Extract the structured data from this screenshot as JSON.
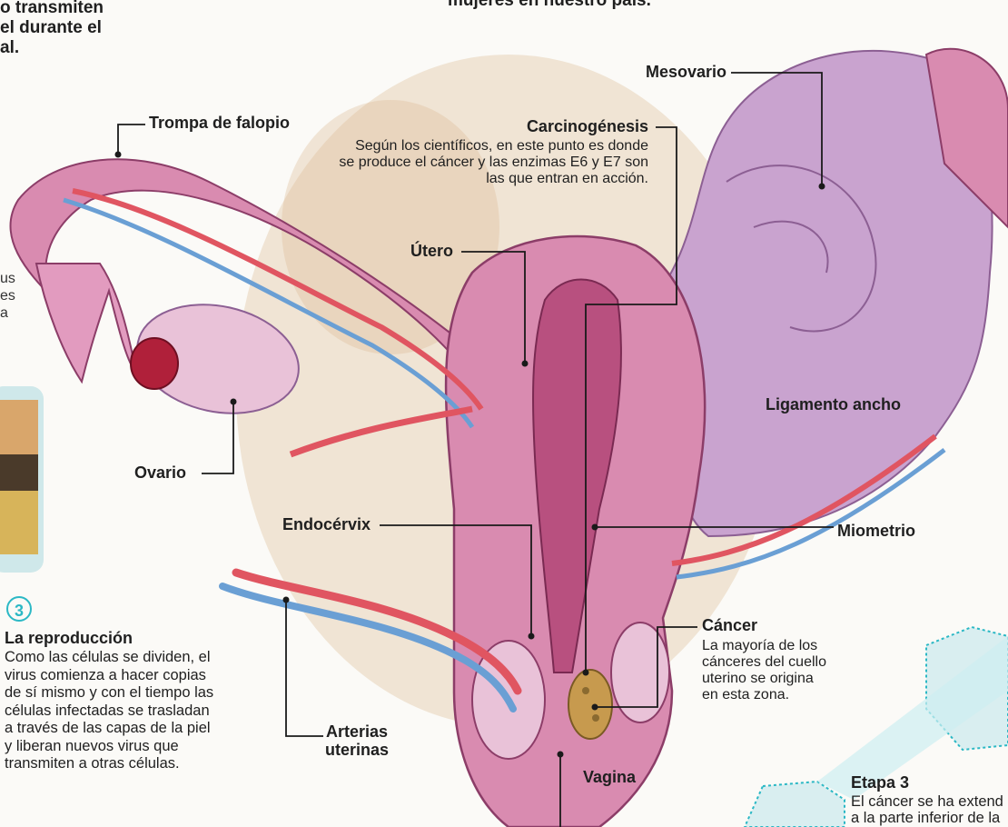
{
  "header": {
    "left_fragment": "o transmiten\nel durante el\nal.",
    "center_fragment": "mujeres en nuestro país."
  },
  "left_side_fragment": "us\nes\na",
  "labels": {
    "trompa": "Trompa de falopio",
    "mesovario": "Mesovario",
    "carcinogenesis_title": "Carcinogénesis",
    "carcinogenesis_body": "Según los científicos, en este punto es donde\nse produce el cáncer y las enzimas  E6 y E7 son\nlas que entran en acción.",
    "utero": "Útero",
    "ligamento": "Ligamento ancho",
    "ovario": "Ovario",
    "endocervix": "Endocérvix",
    "miometrio": "Miometrio",
    "cancer_title": "Cáncer",
    "cancer_body": "La mayoría de los\ncánceres del cuello\nuterino se origina\nen esta zona.",
    "arterias": "Arterias\nuterinas",
    "vagina": "Vagina"
  },
  "reproduction": {
    "step_number": "3",
    "title": "La reproducción",
    "body": "Como las células se dividen, el\nvirus comienza a hacer copias\nde sí mismo y con el tiempo las\ncélulas infectadas se trasladan\na través de las capas de la piel\ny liberan nuevos virus que\ntransmiten a otras células."
  },
  "etapa": {
    "title": "Etapa 3",
    "body": "El cáncer se ha extend\na la parte inferior de la"
  },
  "colors": {
    "tissue_pink": "#d98bb0",
    "tissue_light": "#e9c2d8",
    "tissue_purple": "#c9a3cf",
    "artery_red": "#e05561",
    "vein_blue": "#6a9fd4",
    "tumor": "#c79a4e",
    "ovary_red": "#b0203a",
    "stain": "#e3c9a8",
    "accent_teal": "#2bb8c5"
  }
}
